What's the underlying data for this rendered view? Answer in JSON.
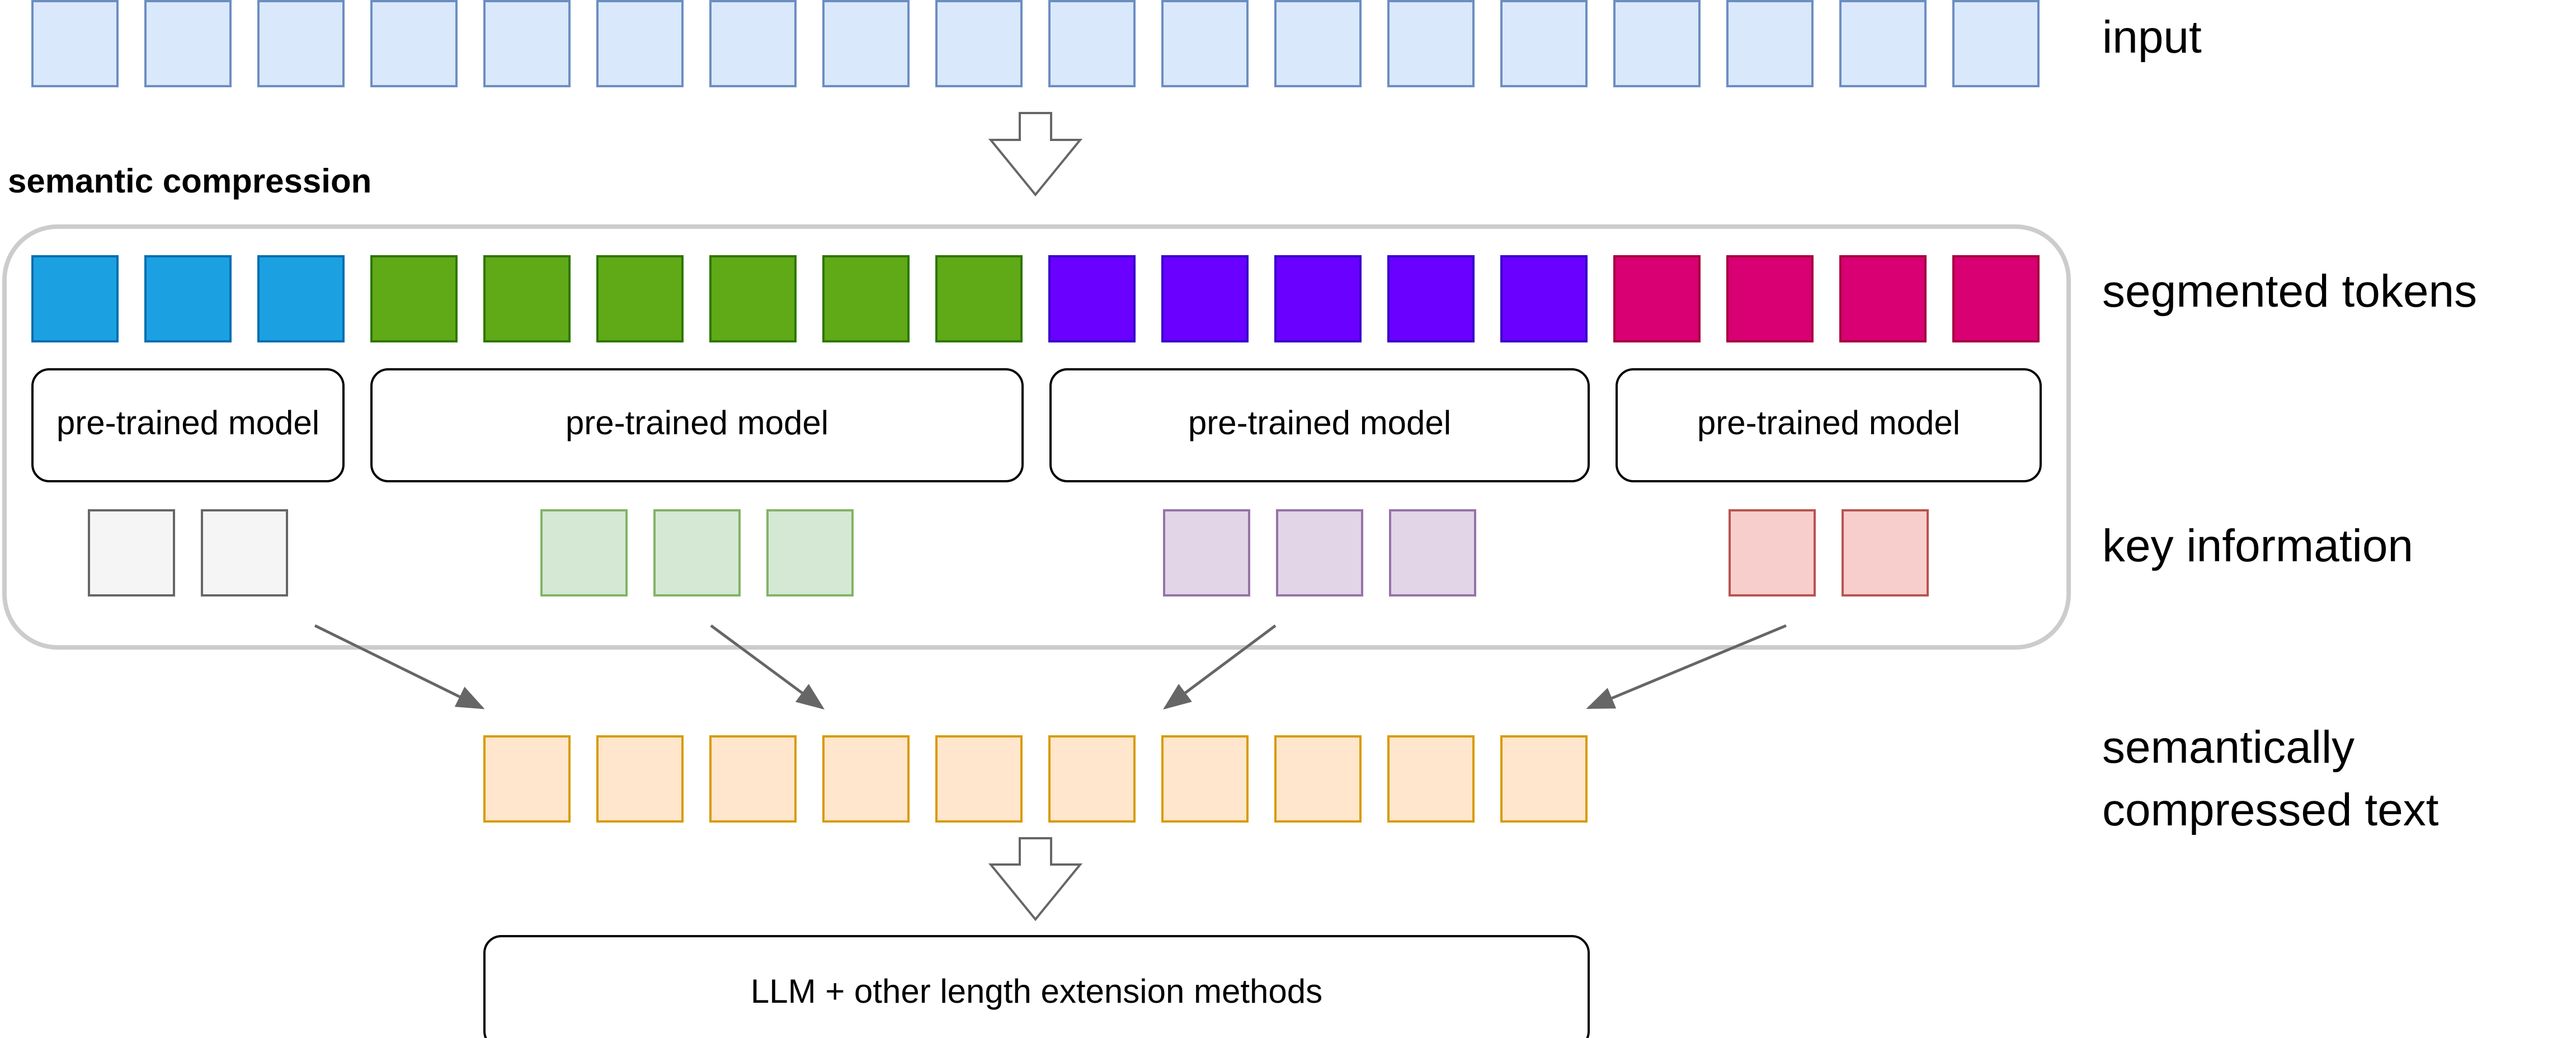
{
  "labels": {
    "input": "input",
    "segmented_tokens": "segmented tokens",
    "key_information": "key information",
    "compressed_line1": "semantically",
    "compressed_line2": "compressed text",
    "group_title": "semantic compression"
  },
  "models": [
    {
      "label": "pre-trained model"
    },
    {
      "label": "pre-trained model"
    },
    {
      "label": "pre-trained model"
    },
    {
      "label": "pre-trained model"
    }
  ],
  "llm_box": {
    "label": "LLM + other length extension methods"
  },
  "rows": {
    "input": {
      "count": 18,
      "fill": "#dae8fc",
      "stroke": "#6c8ebf"
    },
    "segments": [
      {
        "count": 3,
        "fill": "#1ba1e2",
        "stroke": "#006eaf"
      },
      {
        "count": 6,
        "fill": "#60a917",
        "stroke": "#2d7600"
      },
      {
        "count": 5,
        "fill": "#6a00ff",
        "stroke": "#3700cc"
      },
      {
        "count": 4,
        "fill": "#d80073",
        "stroke": "#a50040"
      }
    ],
    "key_information": [
      {
        "count": 2,
        "fill": "#f5f5f5",
        "stroke": "#666666"
      },
      {
        "count": 3,
        "fill": "#d5e8d4",
        "stroke": "#82b366"
      },
      {
        "count": 3,
        "fill": "#e1d5e7",
        "stroke": "#9673a6"
      },
      {
        "count": 2,
        "fill": "#f8cecc",
        "stroke": "#b85450"
      }
    ],
    "compressed": {
      "count": 10,
      "fill": "#ffe6cc",
      "stroke": "#d79b00"
    }
  },
  "colors": {
    "text": "#000000",
    "arrow": "#666666",
    "group_border": "#cccccc",
    "box_border": "#000000"
  }
}
